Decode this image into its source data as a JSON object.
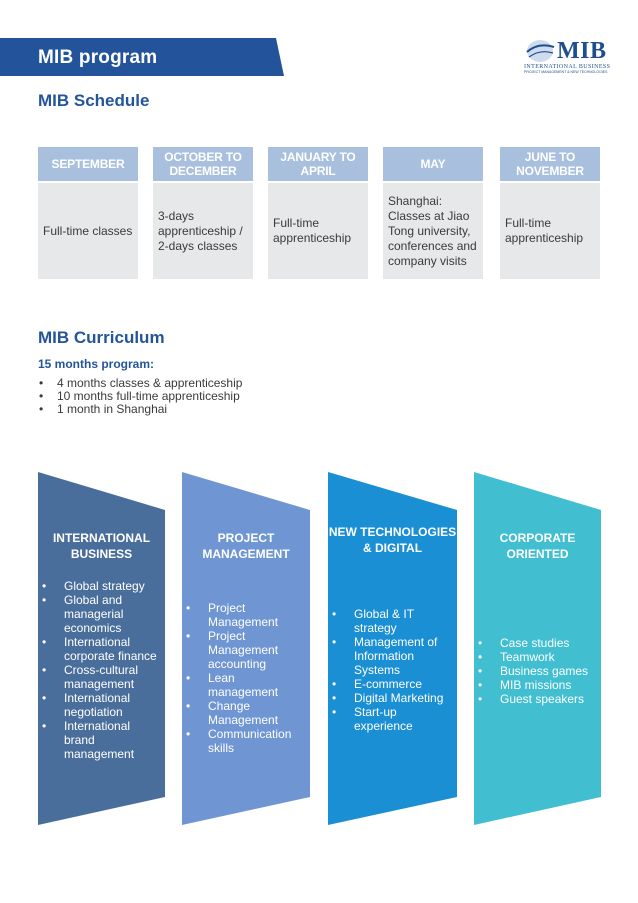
{
  "header": {
    "title": "MIB program",
    "logo": {
      "name": "MIB",
      "tagline": "INTERNATIONAL BUSINESS",
      "subline": "PROJECT MANAGEMENT & NEW TECHNOLOGIES"
    }
  },
  "schedule": {
    "title": "MIB Schedule",
    "columns": [
      {
        "head": "SEPTEMBER",
        "body": "Full-time classes"
      },
      {
        "head": "OCTOBER TO DECEMBER",
        "body": "3-days apprenticeship / 2-days classes"
      },
      {
        "head": "JANUARY TO APRIL",
        "body": "Full-time apprenticeship"
      },
      {
        "head": "MAY",
        "body": "Shanghai: Classes at Jiao Tong university, conferences and company visits"
      },
      {
        "head": "JUNE TO NOVEMBER",
        "body": "Full-time apprenticeship"
      }
    ]
  },
  "curriculum": {
    "title": "MIB Curriculum",
    "subtitle": "15 months program:",
    "items": [
      "4 months classes & apprenticeship",
      "10 months full-time apprenticeship",
      "1 month in Shanghai"
    ]
  },
  "pillars": [
    {
      "title": "INTERNATIONAL BUSINESS",
      "color": "#4a6e9c",
      "items": [
        "Global strategy",
        "Global and managerial economics",
        "International corporate finance",
        "Cross-cultural management",
        "International negotiation",
        "International brand management"
      ]
    },
    {
      "title": "PROJECT MANAGEMENT",
      "color": "#6f96d3",
      "items": [
        "Project Management",
        "Project Management accounting",
        "Lean management",
        "Change Management",
        "Communication skills"
      ]
    },
    {
      "title": "NEW TECHNOLOGIES & DIGITAL",
      "color": "#1b8fd4",
      "items": [
        "Global & IT strategy",
        "Management of Information Systems",
        "E-commerce",
        "Digital Marketing",
        "Start-up experience"
      ]
    },
    {
      "title": "CORPORATE ORIENTED",
      "color": "#41bfd1",
      "items": [
        "Case studies",
        "Teamwork",
        "Business games",
        "MIB missions",
        "Guest speakers"
      ]
    }
  ]
}
